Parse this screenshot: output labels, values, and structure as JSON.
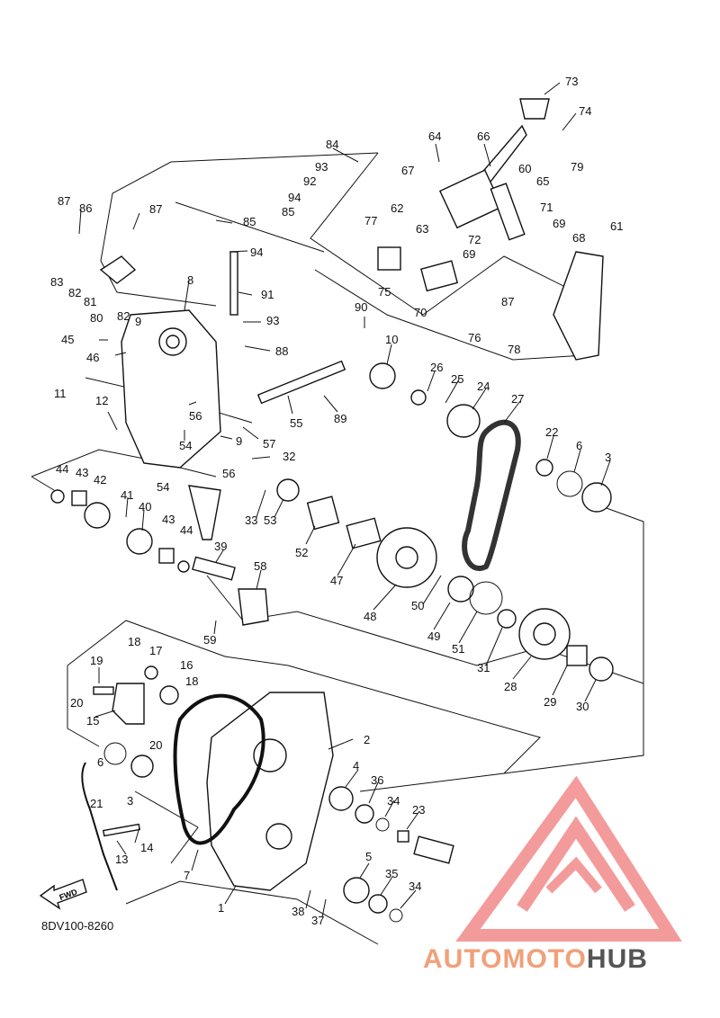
{
  "diagram": {
    "doc_code": "8DV100-8260",
    "fwd_label": "FWD",
    "watermark": {
      "text_a": "AUTOMOTO",
      "text_b": "HUB",
      "color_a": "#f0a07a",
      "color_b": "#555555",
      "logo_color": "#f07a7a"
    },
    "callouts": [
      "73",
      "74",
      "64",
      "66",
      "84",
      "93",
      "92",
      "94",
      "85",
      "67",
      "60",
      "65",
      "79",
      "87",
      "86",
      "87",
      "85",
      "94",
      "62",
      "77",
      "63",
      "72",
      "71",
      "69",
      "68",
      "61",
      "83",
      "82",
      "81",
      "80",
      "82",
      "8",
      "91",
      "93",
      "69",
      "75",
      "70",
      "87",
      "9",
      "88",
      "90",
      "10",
      "45",
      "46",
      "11",
      "76",
      "78",
      "26",
      "25",
      "24",
      "27",
      "56",
      "55",
      "89",
      "12",
      "57",
      "9",
      "54",
      "32",
      "22",
      "6",
      "3",
      "44",
      "43",
      "42",
      "54",
      "56",
      "41",
      "40",
      "53",
      "52",
      "33",
      "47",
      "43",
      "44",
      "39",
      "58",
      "48",
      "50",
      "49",
      "51",
      "31",
      "28",
      "29",
      "30",
      "59",
      "18",
      "17",
      "16",
      "19",
      "18",
      "20",
      "15",
      "20",
      "2",
      "6",
      "3",
      "4",
      "36",
      "34",
      "21",
      "23",
      "13",
      "14",
      "7",
      "5",
      "35",
      "1",
      "38",
      "37",
      "34"
    ]
  }
}
